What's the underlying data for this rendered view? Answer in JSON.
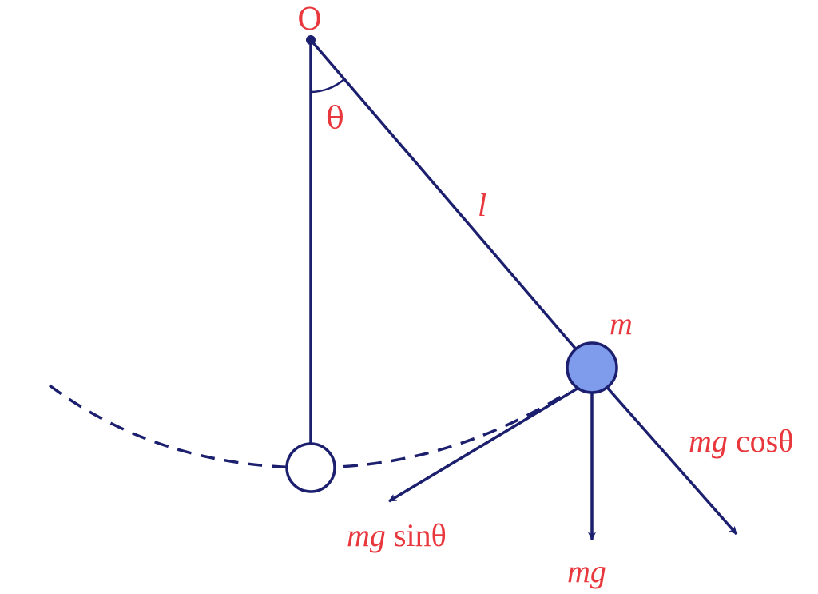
{
  "labels": {
    "pivot": "O",
    "angle": "θ",
    "length": "l",
    "mass": "m",
    "tangential_force_prefix": "mg",
    "tangential_force_suffix": " sinθ",
    "weight": "mg",
    "radial_force_prefix": "mg",
    "radial_force_suffix": " cosθ"
  },
  "colors": {
    "line": "#1b1f6e",
    "label": "#e8383d",
    "bob_fill": "#7f9bec",
    "rest_bob_fill": "#ffffff"
  }
}
